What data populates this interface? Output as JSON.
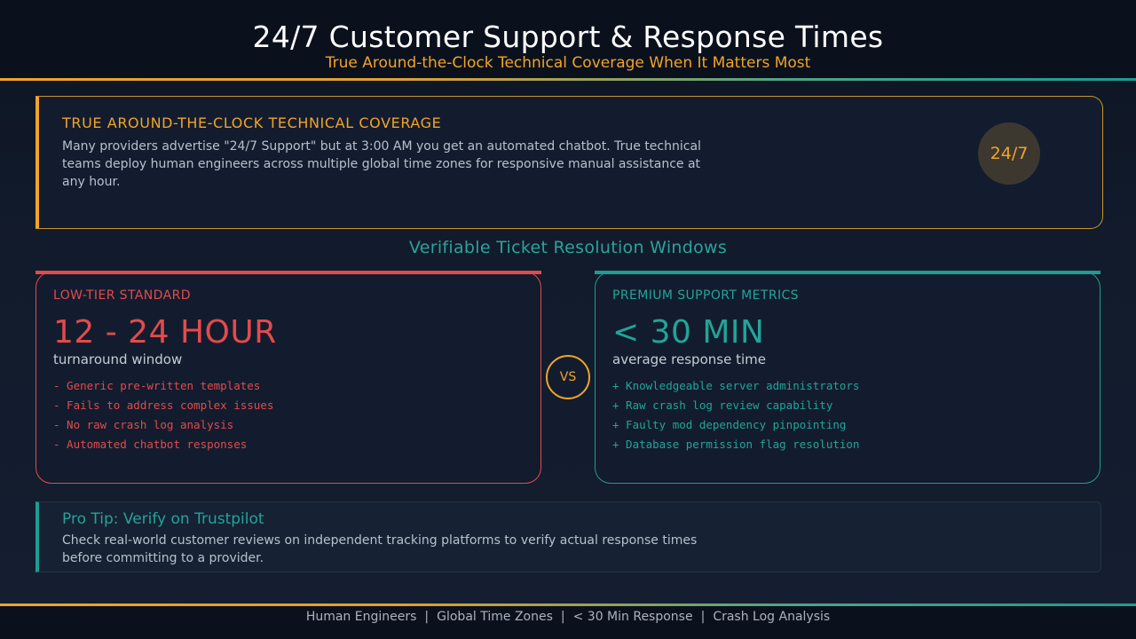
{
  "header": {
    "title": "24/7 Customer Support & Response Times",
    "subtitle": "True Around-the-Clock Technical Coverage When It Matters Most"
  },
  "coverage": {
    "heading": "TRUE AROUND-THE-CLOCK TECHNICAL COVERAGE",
    "body": "Many providers advertise \"24/7 Support\" but at 3:00 AM you get an automated chatbot. True technical teams deploy human engineers across multiple global time zones for responsive manual assistance at any hour.",
    "badge": "24/7"
  },
  "section_heading": "Verifiable Ticket Resolution Windows",
  "low_tier": {
    "label": "LOW-TIER STANDARD",
    "metric": "12 - 24 HOUR",
    "caption": "turnaround window",
    "items": [
      "- Generic pre-written templates",
      "- Fails to address complex issues",
      "- No raw crash log analysis",
      "- Automated chatbot responses"
    ]
  },
  "vs_label": "VS",
  "premium": {
    "label": "PREMIUM SUPPORT METRICS",
    "metric": "< 30 MIN",
    "caption": "average response time",
    "items": [
      "+ Knowledgeable server administrators",
      "+ Raw crash log review capability",
      "+ Faulty mod dependency pinpointing",
      "+ Database permission flag resolution"
    ]
  },
  "tip": {
    "heading": "Pro Tip: Verify on Trustpilot",
    "body": "Check real-world customer reviews on independent tracking platforms to verify actual response times before committing to a provider."
  },
  "footer": {
    "items": [
      "Human Engineers",
      "Global Time Zones",
      "< 30 Min Response",
      "Crash Log Analysis"
    ],
    "separator": "|"
  },
  "colors": {
    "accent_orange": "#f0a429",
    "accent_teal": "#1d9c92",
    "alert_red": "#e24b4b",
    "background": "#121b2c"
  }
}
